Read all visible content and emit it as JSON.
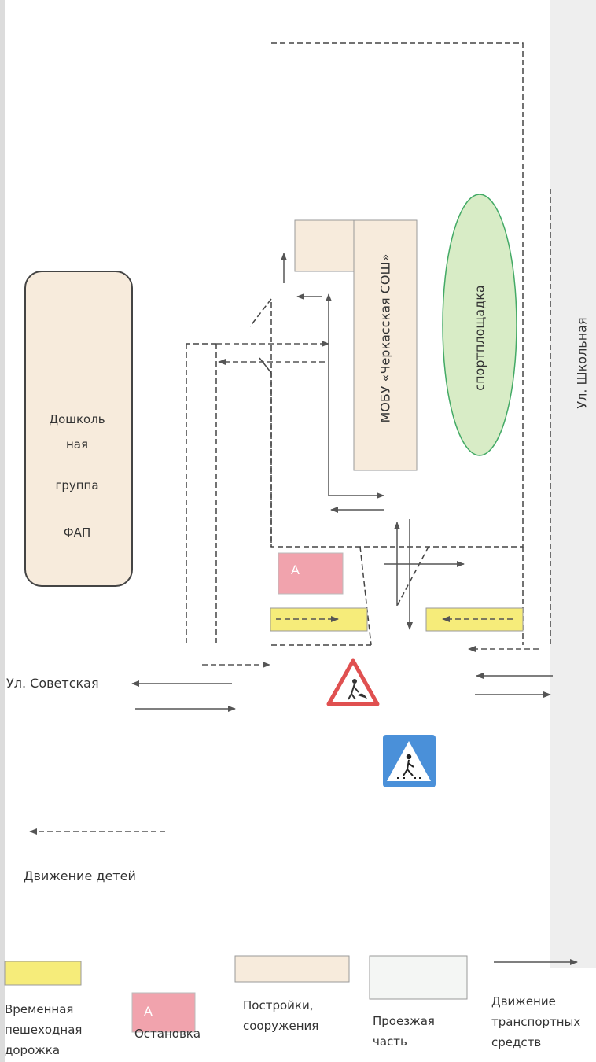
{
  "diagram": {
    "preschool": {
      "lines": [
        "Дошколь",
        "ная",
        "группа",
        "ФАП"
      ]
    },
    "school_label": "МОБУ «Черкасская СОШ»",
    "sports_label": "спортплощадка",
    "street_right": "Ул. Школьная",
    "street_left": "Ул. Советская",
    "bus_stop_letter": "А",
    "children_movement_label": "Движение детей",
    "icons": [
      "roadworks-sign-icon",
      "pedestrian-crossing-sign-icon"
    ],
    "colors": {
      "temporary_path": "#f6ec7a",
      "bus_stop": "#f1a3ad",
      "buildings": "#f7ebdc",
      "sports_ground": "#d8ecc6",
      "roadway": "#f4f6f4",
      "sign_blue": "#4a90d9",
      "sign_red": "#e05050"
    }
  },
  "legend": {
    "temporary_path": "Временная\nпешеходная\nдорожка",
    "bus_stop": "Остановка",
    "bus_stop_letter": "А",
    "buildings": "Постройки,\nсооружения",
    "roadway": "Проезжая\nчасть",
    "vehicle_movement": "Движение\nтранспортных\nсредств"
  }
}
